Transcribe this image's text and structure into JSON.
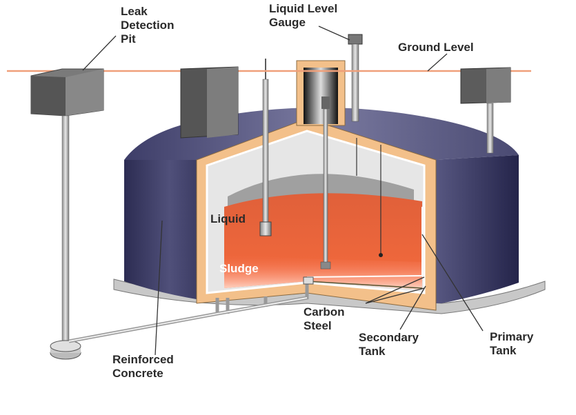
{
  "title": "Underground double-shell storage tank",
  "labels": {
    "leak_detection_pit": [
      "Leak",
      "Detection",
      "Pit"
    ],
    "liquid_level_gauge": [
      "Liquid Level",
      "Gauge"
    ],
    "ground_level": "Ground Level",
    "liquid": "Liquid",
    "sludge": "Sludge",
    "carbon_steel": [
      "Carbon",
      "Steel"
    ],
    "secondary_tank": [
      "Secondary",
      "Tank"
    ],
    "primary_tank": [
      "Primary",
      "Tank"
    ],
    "reinforced_concrete": [
      "Reinforced",
      "Concrete"
    ]
  },
  "colors": {
    "ground_line": "#f0a07a",
    "concrete": "#3b3b66",
    "steel_liner": "#f3c08a",
    "liquid": "#f0643a",
    "interior": "#e6e6e6",
    "pit": "#6a6a6a"
  }
}
